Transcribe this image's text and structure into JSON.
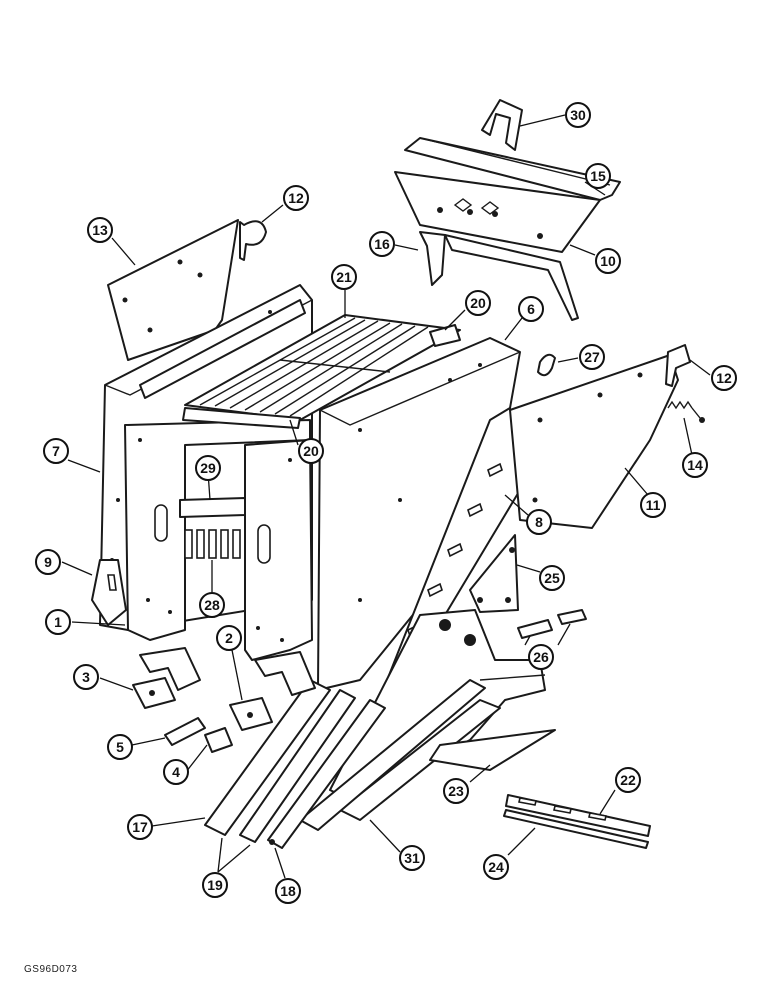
{
  "figure": {
    "reference_code": "GS96D073"
  },
  "callouts": [
    {
      "label": "30"
    },
    {
      "label": "15"
    },
    {
      "label": "12"
    },
    {
      "label": "13"
    },
    {
      "label": "16"
    },
    {
      "label": "10"
    },
    {
      "label": "21"
    },
    {
      "label": "20"
    },
    {
      "label": "6"
    },
    {
      "label": "27"
    },
    {
      "label": "12"
    },
    {
      "label": "7"
    },
    {
      "label": "20"
    },
    {
      "label": "29"
    },
    {
      "label": "14"
    },
    {
      "label": "11"
    },
    {
      "label": "8"
    },
    {
      "label": "9"
    },
    {
      "label": "25"
    },
    {
      "label": "28"
    },
    {
      "label": "1"
    },
    {
      "label": "2"
    },
    {
      "label": "26"
    },
    {
      "label": "3"
    },
    {
      "label": "5"
    },
    {
      "label": "4"
    },
    {
      "label": "23"
    },
    {
      "label": "22"
    },
    {
      "label": "17"
    },
    {
      "label": "31"
    },
    {
      "label": "24"
    },
    {
      "label": "19"
    },
    {
      "label": "18"
    }
  ]
}
